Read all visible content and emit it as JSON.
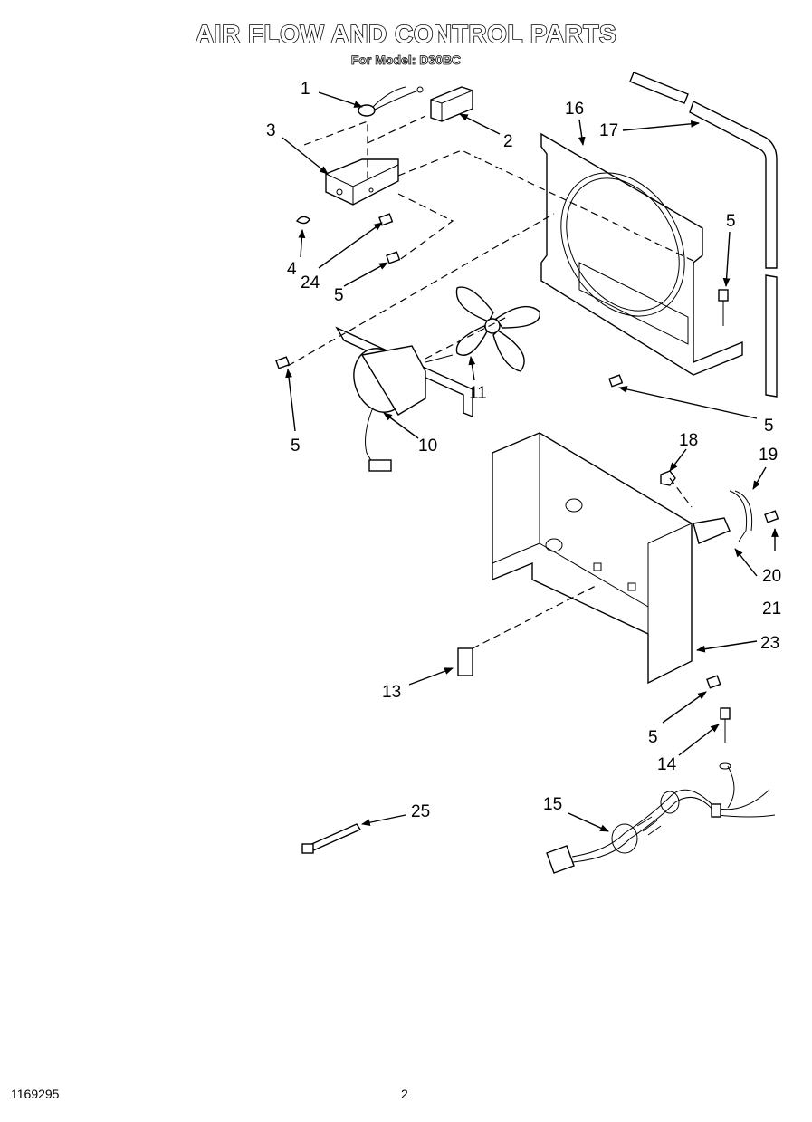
{
  "header": {
    "title": "AIR FLOW AND CONTROL PARTS",
    "subtitle": "For Model: D30BC"
  },
  "footer": {
    "doc_number": "1169295",
    "page_number": "2"
  },
  "callouts": {
    "c1": "1",
    "c2": "2",
    "c3": "3",
    "c4": "4",
    "c5a": "5",
    "c5b": "5",
    "c5c": "5",
    "c5d": "5",
    "c5e": "5",
    "c10": "10",
    "c11": "11",
    "c13": "13",
    "c14": "14",
    "c15": "15",
    "c16": "16",
    "c17": "17",
    "c18": "18",
    "c19": "19",
    "c20": "20",
    "c21": "21",
    "c23": "23",
    "c24": "24",
    "c25": "25"
  }
}
